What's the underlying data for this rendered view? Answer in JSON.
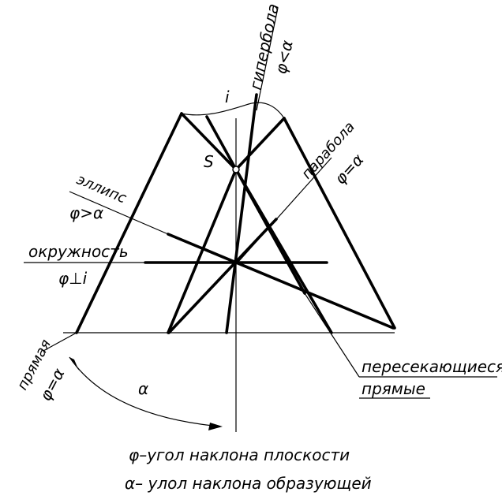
{
  "sections": {
    "hyperbola": {
      "name": "гипербола",
      "condition": "φ<α"
    },
    "parabola": {
      "name": "парабола",
      "condition": "φ=α"
    },
    "ellipse": {
      "name": "эллипс",
      "condition": "φ>α"
    },
    "circle": {
      "name": "окружность",
      "condition": "φ⊥i"
    },
    "line": {
      "name": "прямая",
      "condition": "φ=α"
    },
    "intersecting_lines": {
      "name_line1": "пересекающиеся",
      "name_line2": "прямые"
    }
  },
  "axis_label": "i",
  "vertex_label": "S",
  "angle_label": "α",
  "legend": {
    "phi": "φ–угол наклона плоскости",
    "alpha": "α– улол наклона образующей"
  }
}
